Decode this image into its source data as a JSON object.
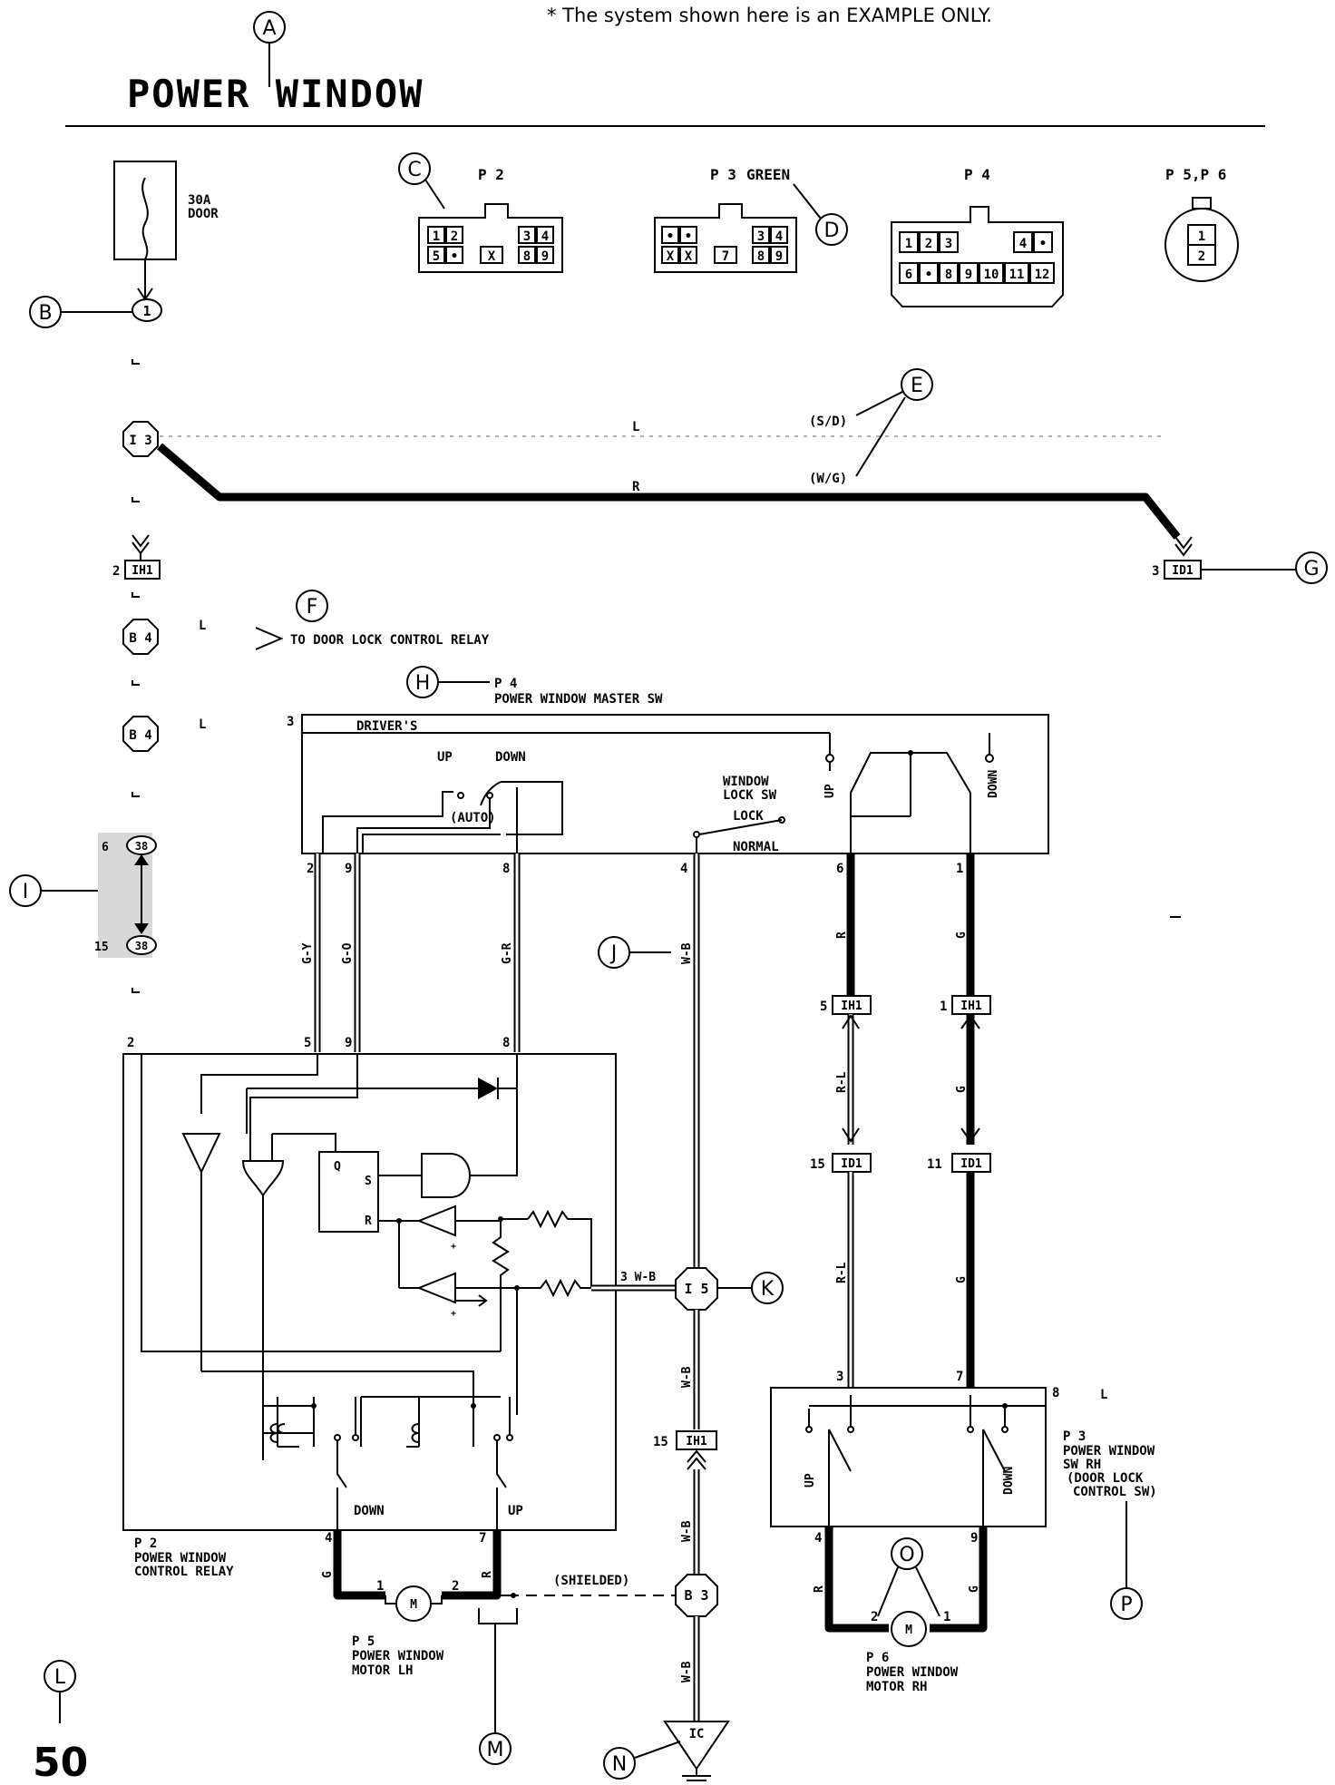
{
  "header": {
    "title": "POWER WINDOW",
    "note": "* The system shown here is an EXAMPLE ONLY."
  },
  "callouts": [
    "A",
    "B",
    "C",
    "D",
    "E",
    "F",
    "G",
    "H",
    "I",
    "J",
    "K",
    "L",
    "M",
    "N",
    "O",
    "P"
  ],
  "fuse": {
    "line1": "30A",
    "line2": "DOOR",
    "pin": "1"
  },
  "connectors": {
    "p2": {
      "label": "P 2",
      "row1": [
        "1",
        "2",
        "",
        "3",
        "4"
      ],
      "row2": [
        "5",
        "•",
        "X",
        "8",
        "9"
      ]
    },
    "p3": {
      "label": "P 3",
      "color": "GREEN",
      "row1": [
        "•",
        "•",
        "",
        "3",
        "4"
      ],
      "row2": [
        "X",
        "X",
        "7",
        "8",
        "9"
      ]
    },
    "p4": {
      "label": "P 4",
      "row1": [
        "1",
        "2",
        "3",
        "",
        "4",
        "•"
      ],
      "row2": [
        "6",
        "•",
        "8",
        "9",
        "10",
        "11",
        "12"
      ]
    },
    "p56": {
      "label": "P 5,P 6",
      "pins": [
        "1",
        "2"
      ]
    }
  },
  "junctions": {
    "i3": "I 3",
    "b4a": "B 4",
    "b4b": "B 4",
    "i5": "I 5",
    "b3": "B 3",
    "ic": "IC",
    "ih1": "IH1",
    "id1": "ID1",
    "j38": "38"
  },
  "pins": {
    "ih1_top": "2",
    "id1_top": "3",
    "j38_a": "6",
    "j38_b": "15",
    "ih1_r": "5",
    "ih1_g": "1",
    "id1_r": "15",
    "id1_g": "11",
    "ih1_wb": "15"
  },
  "wires": {
    "L": "L",
    "R": "R",
    "SD": "(S/D)",
    "WG": "(W/G)",
    "L_b4a": "L",
    "L_b4b": "L",
    "GY": "G-Y",
    "GO": "G-O",
    "GR": "G-R",
    "WB": "W-B",
    "RL": "R-L",
    "G": "G",
    "WB3": "3 W-B",
    "L_p3": "L",
    "shielded": "(SHIELDED)"
  },
  "relay_link": "TO DOOR LOCK CONTROL RELAY",
  "master_sw": {
    "id": "P 4",
    "name": "POWER WINDOW MASTER SW",
    "drivers": "DRIVER'S",
    "up": "UP",
    "down": "DOWN",
    "auto": "(AUTO)",
    "lock_sw_1": "WINDOW",
    "lock_sw_2": "LOCK SW",
    "lock": "LOCK",
    "normal": "NORMAL",
    "sw_up": "UP",
    "sw_down": "DOWN",
    "pins": [
      "3",
      "2",
      "9",
      "8",
      "4",
      "6",
      "1"
    ]
  },
  "control_relay": {
    "id": "P 2",
    "name1": "POWER WINDOW",
    "name2": "CONTROL RELAY",
    "down": "DOWN",
    "up": "UP",
    "q": "Q",
    "s": "S",
    "r": "R",
    "pins": [
      "2",
      "5",
      "9",
      "8",
      "4",
      "7"
    ]
  },
  "motor_lh": {
    "id": "P 5",
    "name1": "POWER WINDOW",
    "name2": "MOTOR LH",
    "m": "M",
    "p1": "1",
    "p2": "2",
    "wire_l": "G",
    "wire_r": "R"
  },
  "motor_rh": {
    "id": "P 6",
    "name1": "POWER WINDOW",
    "name2": "MOTOR RH",
    "m": "M",
    "p1": "2",
    "p2": "1",
    "wire_l": "R",
    "wire_r": "G"
  },
  "sw_rh": {
    "id": "P 3",
    "name1": "POWER WINDOW",
    "name2": "SW RH",
    "name3": "(DOOR LOCK",
    "name4": "CONTROL SW)",
    "up": "UP",
    "down": "DOWN",
    "pins": [
      "3",
      "7",
      "8",
      "4",
      "9"
    ]
  },
  "page_number": "50"
}
